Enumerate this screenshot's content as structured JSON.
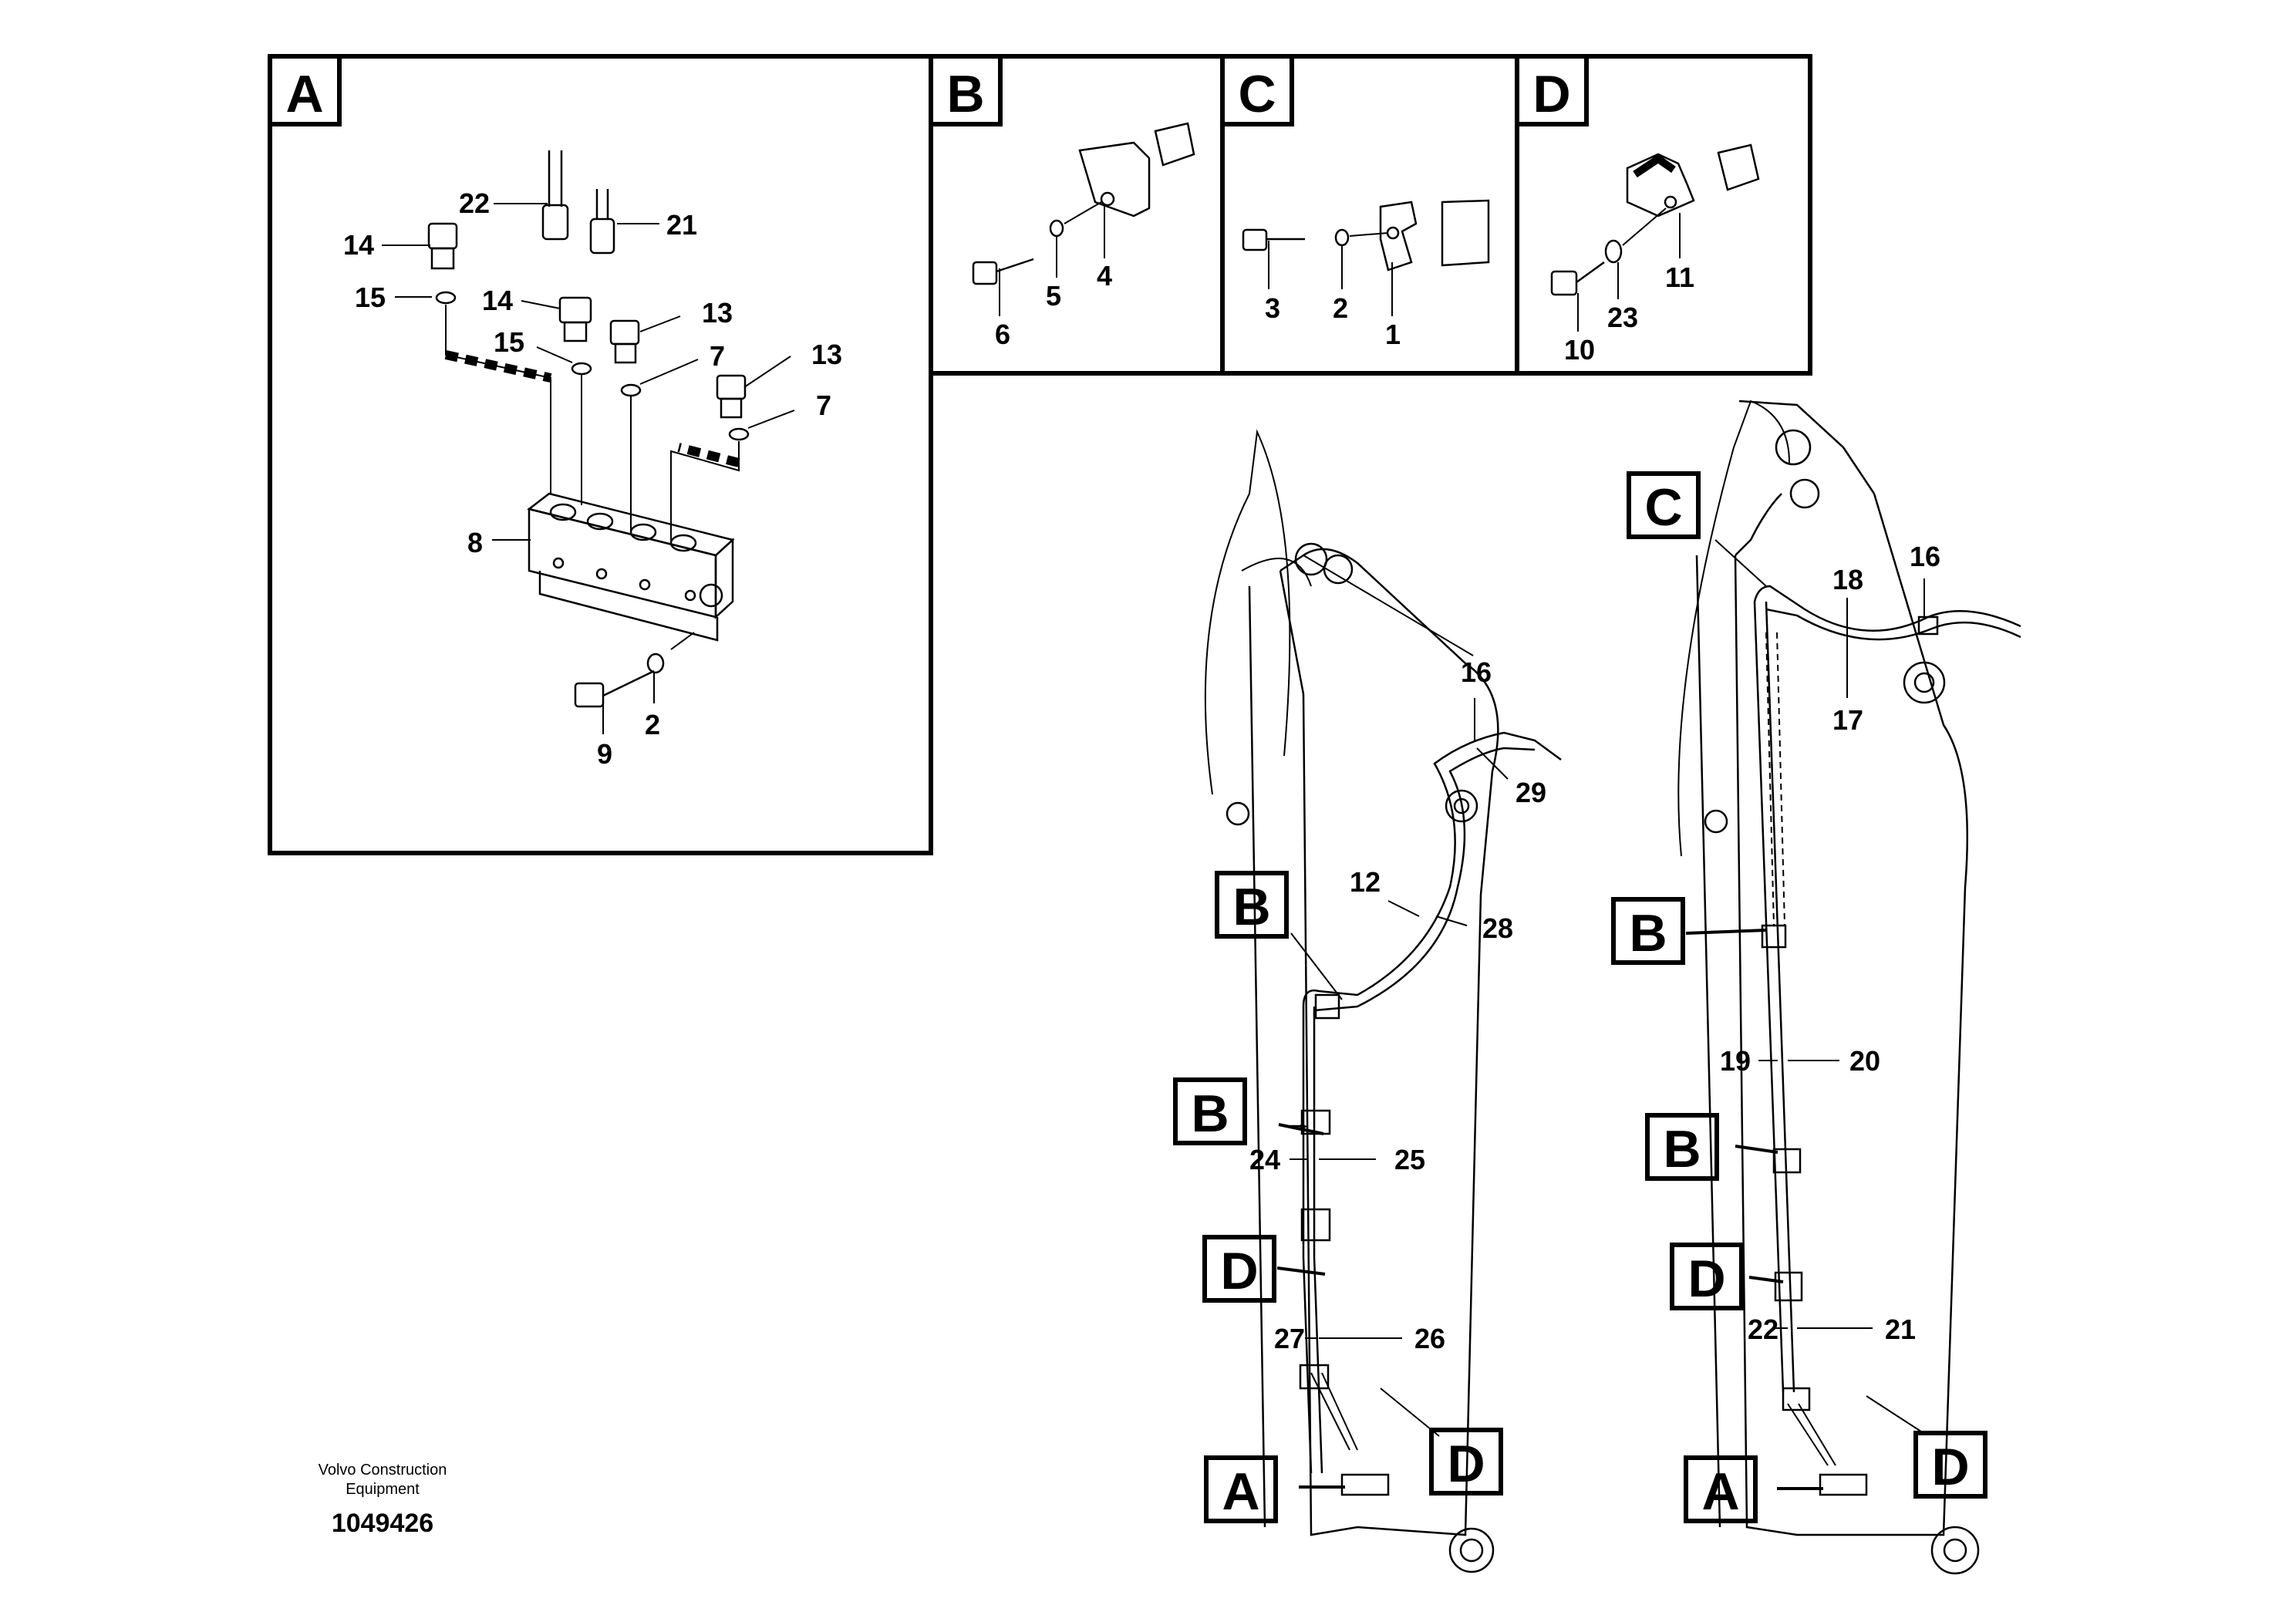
{
  "panels": {
    "A": {
      "letter": "A"
    },
    "B": {
      "letter": "B"
    },
    "C": {
      "letter": "C"
    },
    "D": {
      "letter": "D"
    }
  },
  "callouts": {
    "A": [
      "22",
      "21",
      "14",
      "14",
      "15",
      "15",
      "13",
      "7",
      "13",
      "7",
      "8",
      "2",
      "9"
    ],
    "B": [
      "6",
      "5",
      "4"
    ],
    "C": [
      "3",
      "2",
      "1"
    ],
    "D": [
      "10",
      "23",
      "11"
    ],
    "boom_left": [
      "16",
      "29",
      "12",
      "28",
      "24",
      "25",
      "27",
      "26"
    ],
    "boom_right": [
      "18",
      "16",
      "17",
      "19",
      "20",
      "22",
      "21"
    ]
  },
  "detail_refs": {
    "boom_left": [
      "B",
      "B",
      "D",
      "D",
      "A"
    ],
    "boom_right": [
      "C",
      "B",
      "B",
      "D",
      "D",
      "A"
    ]
  },
  "footer": {
    "company_line1": "Volvo Construction",
    "company_line2": "Equipment",
    "drawing_number": "1049426"
  }
}
